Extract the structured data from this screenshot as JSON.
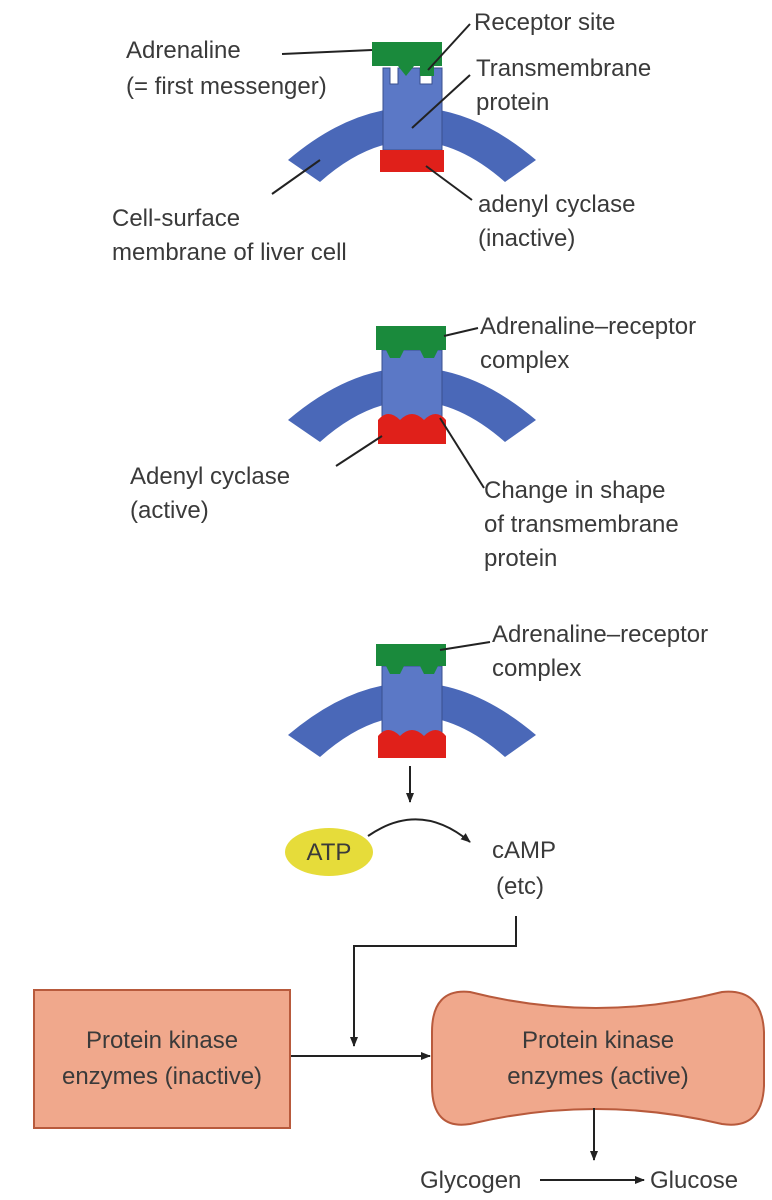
{
  "colors": {
    "membrane": "#4a68b8",
    "receptor_protein": "#5b78c6",
    "adrenaline": "#1a8a3c",
    "adenyl_cyclase": "#e0201a",
    "atp": "#e6dc3a",
    "kinase_fill": "#f0a88c",
    "kinase_border": "#b85a3c"
  },
  "panel1": {
    "adrenaline": "Adrenaline",
    "first_messenger": "(= first messenger)",
    "receptor_site": "Receptor site",
    "transmembrane_1": "Transmembrane",
    "transmembrane_2": "protein",
    "membrane_1": "Cell-surface",
    "membrane_2": "membrane of liver cell",
    "cyclase_1": "adenyl cyclase",
    "cyclase_2": "(inactive)"
  },
  "panel2": {
    "complex_1": "Adrenaline–receptor",
    "complex_2": "complex",
    "cyclase_1": "Adenyl cyclase",
    "cyclase_2": "(active)",
    "shape_1": "Change in shape",
    "shape_2": "of transmembrane",
    "shape_3": "protein"
  },
  "panel3": {
    "complex_1": "Adrenaline–receptor",
    "complex_2": "complex",
    "atp": "ATP",
    "camp": "cAMP",
    "etc": "(etc)",
    "inactive_1": "Protein kinase",
    "inactive_2": "enzymes (inactive)",
    "active_1": "Protein kinase",
    "active_2": "enzymes (active)",
    "glycogen": "Glycogen",
    "glucose": "Glucose"
  }
}
